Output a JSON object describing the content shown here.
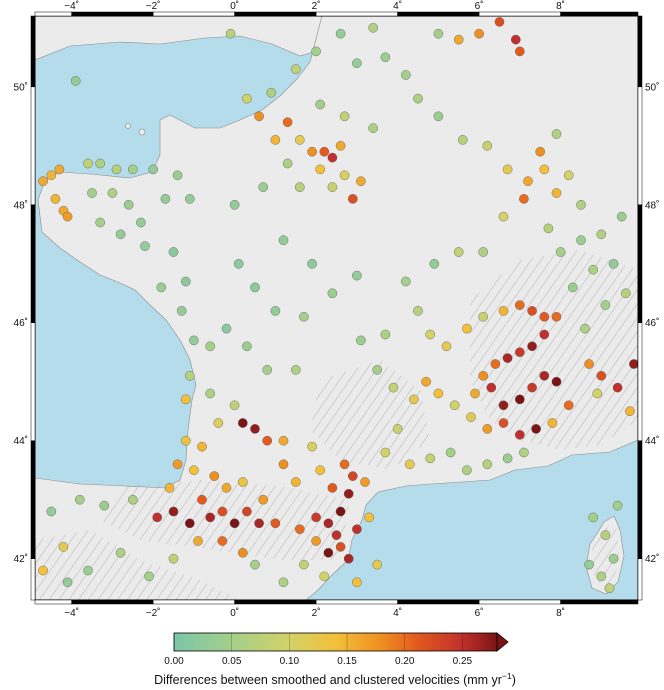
{
  "map": {
    "lon_range": [
      -4.9,
      9.9
    ],
    "lat_range": [
      41.3,
      51.2
    ],
    "lon_ticks": [
      -4,
      -2,
      0,
      2,
      4,
      6,
      8
    ],
    "lat_ticks": [
      42,
      44,
      46,
      48,
      50
    ],
    "lon_tick_labels": [
      "−4˚",
      "−2˚",
      "0˚",
      "2˚",
      "4˚",
      "6˚",
      "8˚"
    ],
    "lat_tick_labels": [
      "42˚",
      "44˚",
      "46˚",
      "48˚",
      "50˚"
    ],
    "colors": {
      "sea": "#b4dcea",
      "land": "#ebebeb",
      "relief": "#9a9a9a",
      "station_edge": "#555555"
    }
  },
  "colorbar": {
    "min": 0.0,
    "max": 0.28,
    "tick_values": [
      0.0,
      0.05,
      0.1,
      0.15,
      0.2,
      0.25
    ],
    "tick_labels": [
      "0.00",
      "0.05",
      "0.10",
      "0.15",
      "0.20",
      "0.25"
    ],
    "title": "Differences between smoothed and clustered velocities (mm yr",
    "title_sup": "−1",
    "title_end": ")",
    "stops": [
      {
        "v": 0.0,
        "color": "#7cc5a9"
      },
      {
        "v": 0.05,
        "color": "#a4cf8a"
      },
      {
        "v": 0.1,
        "color": "#d2d268"
      },
      {
        "v": 0.14,
        "color": "#f2c039"
      },
      {
        "v": 0.18,
        "color": "#ee8f22"
      },
      {
        "v": 0.21,
        "color": "#e35a1e"
      },
      {
        "v": 0.25,
        "color": "#c0302c"
      },
      {
        "v": 0.28,
        "color": "#7b1515"
      }
    ]
  },
  "chart_data": {
    "type": "scatter",
    "xlabel": "",
    "ylabel": "",
    "xlim": [
      -4.9,
      9.9
    ],
    "ylim": [
      41.3,
      51.2
    ],
    "series": [
      {
        "fields": [
          "lon",
          "lat",
          "difference_mm_per_yr"
        ],
        "points": [
          [
            -4.7,
            48.4,
            0.16
          ],
          [
            -4.5,
            48.5,
            0.15
          ],
          [
            -4.3,
            48.6,
            0.16
          ],
          [
            -4.4,
            48.1,
            0.15
          ],
          [
            -4.2,
            47.9,
            0.16
          ],
          [
            -4.1,
            47.8,
            0.17
          ],
          [
            -3.6,
            48.7,
            0.08
          ],
          [
            -3.3,
            48.7,
            0.06
          ],
          [
            -2.9,
            48.6,
            0.07
          ],
          [
            -2.5,
            48.6,
            0.05
          ],
          [
            -2.0,
            48.6,
            0.03
          ],
          [
            -3.5,
            48.2,
            0.05
          ],
          [
            -3.0,
            48.2,
            0.06
          ],
          [
            -2.6,
            48.0,
            0.04
          ],
          [
            -2.3,
            47.7,
            0.03
          ],
          [
            -3.3,
            47.7,
            0.05
          ],
          [
            -2.8,
            47.5,
            0.03
          ],
          [
            -1.7,
            48.1,
            0.03
          ],
          [
            -1.4,
            48.5,
            0.04
          ],
          [
            -1.1,
            48.1,
            0.03
          ],
          [
            -1.5,
            47.2,
            0.02
          ],
          [
            -2.2,
            47.3,
            0.03
          ],
          [
            -1.2,
            46.7,
            0.02
          ],
          [
            -1.8,
            46.6,
            0.04
          ],
          [
            -1.3,
            46.2,
            0.03
          ],
          [
            -1.0,
            45.7,
            0.03
          ],
          [
            -0.6,
            45.6,
            0.05
          ],
          [
            -0.2,
            45.9,
            0.02
          ],
          [
            -1.1,
            45.1,
            0.07
          ],
          [
            -0.6,
            44.8,
            0.06
          ],
          [
            -1.2,
            44.7,
            0.14
          ],
          [
            -0.4,
            44.3,
            0.11
          ],
          [
            -1.2,
            44.0,
            0.13
          ],
          [
            -0.8,
            43.9,
            0.15
          ],
          [
            -1.4,
            43.6,
            0.17
          ],
          [
            -1.0,
            43.5,
            0.14
          ],
          [
            -0.5,
            43.4,
            0.18
          ],
          [
            -0.2,
            43.2,
            0.16
          ],
          [
            0.2,
            43.3,
            0.13
          ],
          [
            -1.6,
            43.2,
            0.15
          ],
          [
            -1.9,
            42.7,
            0.25
          ],
          [
            -1.5,
            42.8,
            0.27
          ],
          [
            -1.1,
            42.6,
            0.28
          ],
          [
            -0.8,
            43.0,
            0.21
          ],
          [
            -0.6,
            42.7,
            0.26
          ],
          [
            -0.3,
            42.8,
            0.22
          ],
          [
            0.0,
            42.6,
            0.28
          ],
          [
            0.3,
            42.8,
            0.23
          ],
          [
            0.6,
            42.6,
            0.26
          ],
          [
            -0.9,
            42.3,
            0.16
          ],
          [
            -0.3,
            42.3,
            0.2
          ],
          [
            0.2,
            42.1,
            0.18
          ],
          [
            -2.5,
            43.0,
            0.06
          ],
          [
            -3.2,
            42.9,
            0.04
          ],
          [
            -3.8,
            43.0,
            0.05
          ],
          [
            -4.5,
            42.8,
            0.03
          ],
          [
            -4.2,
            42.2,
            0.12
          ],
          [
            -3.6,
            41.8,
            0.04
          ],
          [
            -2.8,
            42.1,
            0.06
          ],
          [
            -2.1,
            41.7,
            0.05
          ],
          [
            -1.5,
            42.0,
            0.08
          ],
          [
            -4.7,
            41.8,
            0.14
          ],
          [
            -4.1,
            41.6,
            0.03
          ],
          [
            1.2,
            43.6,
            0.18
          ],
          [
            1.5,
            43.3,
            0.15
          ],
          [
            0.7,
            43.0,
            0.17
          ],
          [
            1.0,
            42.6,
            0.21
          ],
          [
            1.6,
            42.5,
            0.2
          ],
          [
            2.0,
            42.7,
            0.24
          ],
          [
            2.3,
            42.6,
            0.26
          ],
          [
            2.5,
            42.4,
            0.25
          ],
          [
            2.3,
            42.1,
            0.28
          ],
          [
            2.8,
            42.0,
            0.26
          ],
          [
            2.6,
            42.8,
            0.28
          ],
          [
            2.8,
            43.1,
            0.27
          ],
          [
            2.4,
            43.2,
            0.21
          ],
          [
            2.9,
            43.4,
            0.23
          ],
          [
            2.7,
            43.6,
            0.2
          ],
          [
            3.2,
            43.3,
            0.17
          ],
          [
            2.1,
            43.5,
            0.14
          ],
          [
            1.9,
            43.9,
            0.11
          ],
          [
            2.6,
            42.2,
            0.22
          ],
          [
            3.0,
            42.5,
            0.25
          ],
          [
            2.0,
            42.3,
            0.17
          ],
          [
            3.3,
            42.7,
            0.14
          ],
          [
            3.5,
            41.9,
            0.12
          ],
          [
            3.0,
            41.6,
            0.14
          ],
          [
            2.2,
            41.7,
            0.1
          ],
          [
            1.7,
            41.9,
            0.08
          ],
          [
            1.2,
            41.6,
            0.06
          ],
          [
            0.5,
            41.9,
            0.05
          ],
          [
            0.2,
            44.3,
            0.28
          ],
          [
            0.5,
            44.2,
            0.27
          ],
          [
            0.8,
            44.0,
            0.21
          ],
          [
            1.2,
            44.0,
            0.16
          ],
          [
            0.0,
            44.6,
            0.08
          ],
          [
            0.8,
            45.2,
            0.05
          ],
          [
            1.5,
            45.2,
            0.06
          ],
          [
            0.3,
            45.6,
            0.04
          ],
          [
            0.5,
            46.6,
            0.02
          ],
          [
            1.0,
            46.2,
            0.03
          ],
          [
            0.1,
            47.0,
            0.02
          ],
          [
            1.2,
            47.4,
            0.03
          ],
          [
            1.9,
            47.0,
            0.02
          ],
          [
            2.4,
            46.5,
            0.04
          ],
          [
            1.7,
            46.1,
            0.05
          ],
          [
            3.0,
            46.8,
            0.03
          ],
          [
            0.0,
            48.0,
            0.03
          ],
          [
            0.7,
            48.3,
            0.04
          ],
          [
            1.3,
            48.7,
            0.06
          ],
          [
            1.0,
            49.1,
            0.15
          ],
          [
            0.6,
            49.5,
            0.18
          ],
          [
            0.3,
            49.8,
            0.1
          ],
          [
            0.9,
            49.9,
            0.06
          ],
          [
            1.3,
            49.4,
            0.2
          ],
          [
            1.6,
            49.1,
            0.12
          ],
          [
            1.9,
            48.9,
            0.18
          ],
          [
            2.2,
            48.9,
            0.21
          ],
          [
            2.4,
            48.8,
            0.25
          ],
          [
            2.6,
            49.0,
            0.16
          ],
          [
            2.1,
            48.6,
            0.14
          ],
          [
            2.7,
            48.5,
            0.11
          ],
          [
            1.6,
            48.3,
            0.07
          ],
          [
            2.4,
            48.3,
            0.09
          ],
          [
            2.9,
            48.1,
            0.22
          ],
          [
            3.1,
            48.4,
            0.16
          ],
          [
            2.7,
            49.5,
            0.08
          ],
          [
            3.4,
            49.3,
            0.06
          ],
          [
            2.1,
            49.7,
            0.05
          ],
          [
            1.5,
            50.3,
            0.08
          ],
          [
            2.0,
            50.6,
            0.05
          ],
          [
            3.0,
            50.4,
            0.03
          ],
          [
            3.7,
            50.5,
            0.04
          ],
          [
            2.6,
            50.9,
            0.03
          ],
          [
            4.2,
            50.2,
            0.05
          ],
          [
            4.5,
            49.8,
            0.06
          ],
          [
            5.0,
            49.5,
            0.04
          ],
          [
            5.6,
            49.1,
            0.07
          ],
          [
            6.2,
            49.0,
            0.09
          ],
          [
            6.7,
            48.6,
            0.12
          ],
          [
            7.2,
            48.4,
            0.16
          ],
          [
            7.6,
            48.6,
            0.14
          ],
          [
            7.5,
            48.9,
            0.18
          ],
          [
            7.9,
            48.2,
            0.15
          ],
          [
            7.1,
            48.1,
            0.2
          ],
          [
            6.6,
            47.8,
            0.1
          ],
          [
            6.1,
            47.2,
            0.06
          ],
          [
            5.5,
            47.2,
            0.08
          ],
          [
            4.9,
            47.0,
            0.03
          ],
          [
            4.2,
            46.7,
            0.05
          ],
          [
            4.5,
            46.2,
            0.07
          ],
          [
            4.8,
            45.8,
            0.1
          ],
          [
            5.2,
            45.6,
            0.12
          ],
          [
            5.7,
            45.9,
            0.14
          ],
          [
            6.1,
            46.1,
            0.09
          ],
          [
            6.6,
            46.2,
            0.15
          ],
          [
            7.0,
            46.3,
            0.2
          ],
          [
            7.3,
            46.2,
            0.22
          ],
          [
            7.6,
            46.1,
            0.21
          ],
          [
            7.9,
            46.1,
            0.2
          ],
          [
            7.6,
            45.8,
            0.25
          ],
          [
            7.3,
            45.6,
            0.27
          ],
          [
            7.0,
            45.5,
            0.24
          ],
          [
            6.7,
            45.4,
            0.26
          ],
          [
            6.4,
            45.3,
            0.2
          ],
          [
            6.1,
            45.1,
            0.18
          ],
          [
            5.9,
            44.8,
            0.16
          ],
          [
            6.3,
            44.9,
            0.25
          ],
          [
            6.6,
            44.6,
            0.27
          ],
          [
            7.0,
            44.7,
            0.28
          ],
          [
            7.3,
            44.9,
            0.24
          ],
          [
            7.6,
            45.1,
            0.26
          ],
          [
            7.9,
            45.0,
            0.28
          ],
          [
            8.2,
            44.6,
            0.2
          ],
          [
            7.8,
            44.3,
            0.15
          ],
          [
            7.4,
            44.2,
            0.28
          ],
          [
            7.0,
            44.1,
            0.25
          ],
          [
            6.6,
            44.3,
            0.22
          ],
          [
            6.2,
            44.2,
            0.17
          ],
          [
            5.8,
            44.4,
            0.12
          ],
          [
            5.4,
            44.6,
            0.1
          ],
          [
            5.0,
            44.8,
            0.14
          ],
          [
            4.7,
            45.0,
            0.16
          ],
          [
            4.4,
            44.7,
            0.12
          ],
          [
            3.9,
            44.9,
            0.08
          ],
          [
            3.5,
            45.2,
            0.05
          ],
          [
            3.1,
            45.7,
            0.04
          ],
          [
            3.7,
            45.8,
            0.06
          ],
          [
            4.0,
            44.2,
            0.09
          ],
          [
            3.7,
            43.8,
            0.1
          ],
          [
            4.3,
            43.6,
            0.12
          ],
          [
            4.8,
            43.7,
            0.08
          ],
          [
            5.3,
            43.8,
            0.05
          ],
          [
            5.7,
            43.5,
            0.06
          ],
          [
            6.2,
            43.6,
            0.07
          ],
          [
            6.7,
            43.7,
            0.04
          ],
          [
            7.1,
            43.8,
            0.06
          ],
          [
            8.7,
            45.3,
            0.18
          ],
          [
            9.0,
            45.1,
            0.22
          ],
          [
            9.4,
            44.9,
            0.25
          ],
          [
            9.8,
            45.3,
            0.27
          ],
          [
            9.7,
            44.5,
            0.15
          ],
          [
            8.9,
            44.8,
            0.1
          ],
          [
            8.6,
            45.9,
            0.06
          ],
          [
            9.1,
            46.3,
            0.05
          ],
          [
            9.6,
            46.5,
            0.07
          ],
          [
            8.3,
            46.6,
            0.04
          ],
          [
            8.8,
            46.9,
            0.06
          ],
          [
            9.3,
            47.0,
            0.03
          ],
          [
            8.0,
            47.2,
            0.05
          ],
          [
            8.5,
            47.4,
            0.04
          ],
          [
            9.0,
            47.5,
            0.06
          ],
          [
            7.7,
            47.6,
            0.07
          ],
          [
            9.5,
            47.8,
            0.04
          ],
          [
            8.5,
            48.0,
            0.06
          ],
          [
            8.2,
            48.5,
            0.1
          ],
          [
            7.9,
            49.2,
            0.06
          ],
          [
            5.5,
            50.8,
            0.16
          ],
          [
            6.0,
            50.9,
            0.18
          ],
          [
            6.5,
            51.1,
            0.22
          ],
          [
            6.9,
            50.8,
            0.25
          ],
          [
            7.0,
            50.6,
            0.21
          ],
          [
            5.0,
            50.9,
            0.05
          ],
          [
            3.4,
            51.0,
            0.06
          ],
          [
            8.8,
            42.7,
            0.05
          ],
          [
            9.1,
            42.4,
            0.07
          ],
          [
            9.3,
            42.0,
            0.04
          ],
          [
            9.0,
            41.7,
            0.06
          ],
          [
            8.7,
            41.9,
            0.03
          ],
          [
            9.4,
            42.9,
            0.05
          ],
          [
            9.2,
            41.5,
            0.08
          ],
          [
            -0.1,
            50.9,
            0.07
          ],
          [
            -3.9,
            50.1,
            0.03
          ]
        ]
      }
    ]
  }
}
